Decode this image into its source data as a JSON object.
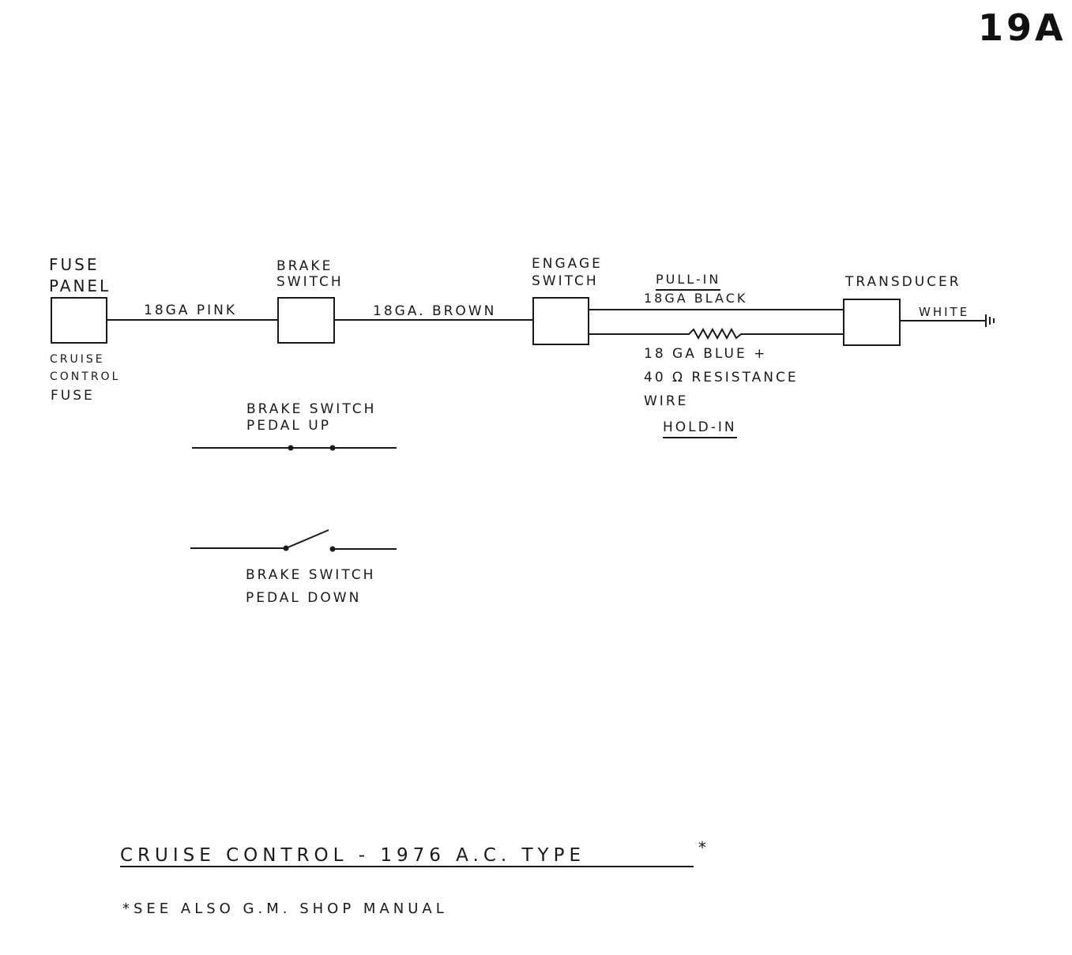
{
  "page_number": "19A",
  "title": "CRUISE CONTROL - 1976 A.C. TYPE",
  "title_mark": "*",
  "footnote": "*SEE ALSO G.M. SHOP MANUAL",
  "components": {
    "fuse_panel": [
      "FUSE",
      "PANEL"
    ],
    "fuse_caption": [
      "CRUISE",
      "CONTROL",
      "FUSE"
    ],
    "brake_switch": [
      "BRAKE",
      "SWITCH"
    ],
    "engage_switch": [
      "ENGAGE",
      "SWITCH"
    ],
    "transducer": "TRANSDUCER"
  },
  "wires": {
    "fuse_to_brake": "18GA PINK",
    "brake_to_engage": "18GA. BROWN",
    "pull_in_title": "PULL-IN",
    "pull_in_wire": "18GA BLACK",
    "hold_in_lines": [
      "18 GA BLUE +",
      "40 Ω RESISTANCE",
      "WIRE"
    ],
    "hold_in_title": "HOLD-IN",
    "ground_wire": "WHITE"
  },
  "switch_states": {
    "pedal_up": [
      "BRAKE SWITCH",
      "PEDAL UP"
    ],
    "pedal_down": [
      "BRAKE SWITCH",
      "PEDAL DOWN"
    ]
  }
}
